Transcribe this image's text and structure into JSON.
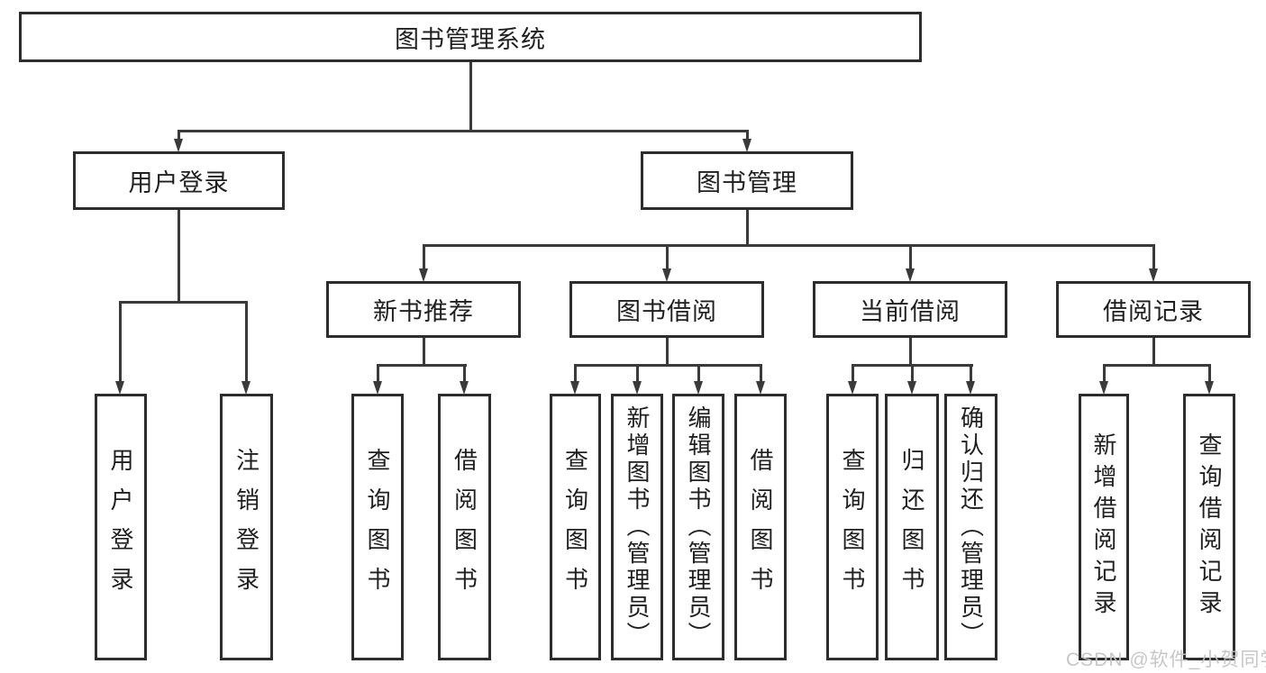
{
  "diagram": {
    "root": "图书管理系统",
    "level2": [
      "用户登录",
      "图书管理"
    ],
    "level3": [
      "新书推荐",
      "图书借阅",
      "当前借阅",
      "借阅记录"
    ],
    "leaves": {
      "user_login": [
        "用户登录",
        "注销登录"
      ],
      "new_book": [
        "查询图书",
        "借阅图书"
      ],
      "book_borrow": [
        "查询图书",
        "新增图书（管理员）",
        "编辑图书（管理员）",
        "借阅图书"
      ],
      "current_borrow": [
        "查询图书",
        "归还图书",
        "确认归还（管理员）"
      ],
      "borrow_record": [
        "新增借阅记录",
        "查询借阅记录"
      ]
    }
  },
  "watermark": "CSDN @软件_小贺同学",
  "colors": {
    "background": "#ffffff",
    "box_border": "#2d2d2d",
    "line": "#3a3a3a",
    "text": "#1f1f1f",
    "watermark": "#c3c3c3"
  }
}
